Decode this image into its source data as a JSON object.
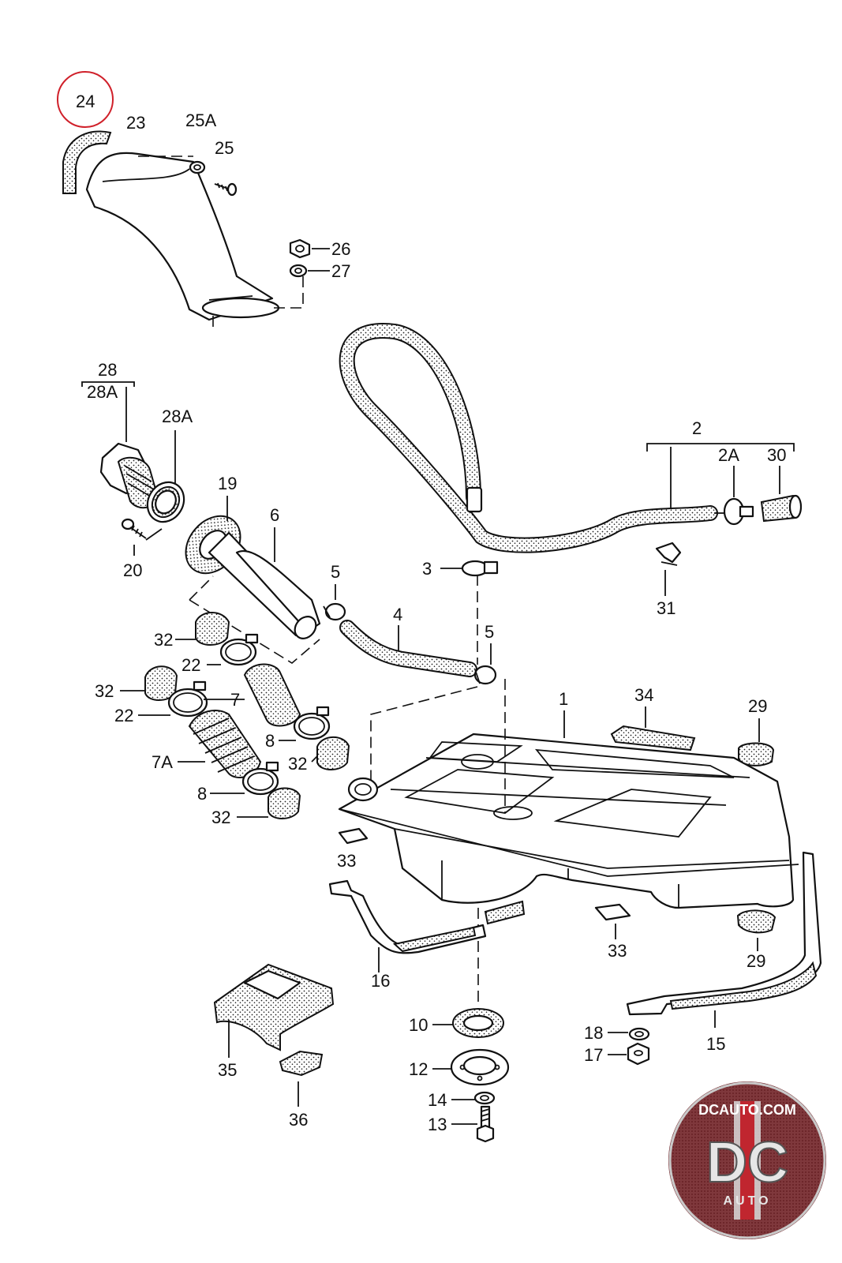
{
  "labels": {
    "l24": "24",
    "l23": "23",
    "l25A": "25A",
    "l25": "25",
    "l26": "26",
    "l27": "27",
    "l28": "28",
    "l28A_top": "28A",
    "l28A": "28A",
    "l19": "19",
    "l6": "6",
    "l20": "20",
    "l5a": "5",
    "l5b": "5",
    "l4": "4",
    "l3": "3",
    "l2": "2",
    "l2A": "2A",
    "l30": "30",
    "l31": "31",
    "l32a": "32",
    "l22a": "22",
    "l32b": "32",
    "l22b": "22",
    "l7": "7",
    "l8a": "8",
    "l32c": "32",
    "l7A": "7A",
    "l8b": "8",
    "l32d": "32",
    "l1": "1",
    "l34": "34",
    "l29a": "29",
    "l33a": "33",
    "l33b": "33",
    "l29b": "29",
    "l16": "16",
    "l15": "15",
    "l10": "10",
    "l12": "12",
    "l14": "14",
    "l13": "13",
    "l18": "18",
    "l17": "17",
    "l35": "35",
    "l36": "36"
  },
  "highlight": {
    "part": "24",
    "color": "#d0202a"
  },
  "logo": {
    "url_text": "DCAUTO.COM",
    "mark": "DC",
    "sub": "AUTO",
    "bg_color": "#8c1f26"
  }
}
